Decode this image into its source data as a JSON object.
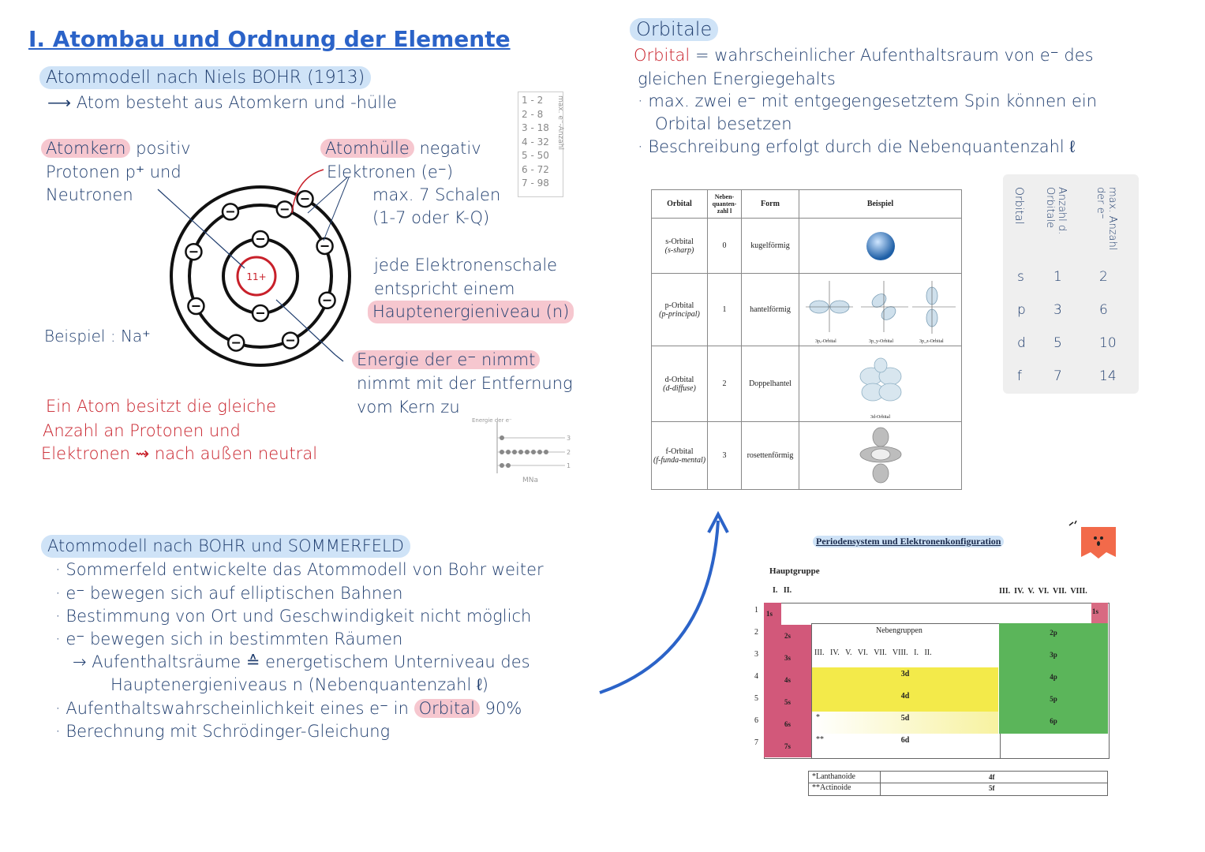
{
  "title": "I. Atombau und Ordnung der Elemente",
  "bohr": {
    "heading": "Atommodell nach Niels BOHR (1913)",
    "line1": "⟶ Atom besteht aus Atomkern und -hülle",
    "kern_label": "Atomkern",
    "kern_text1": "positiv",
    "kern_text2": "Protonen p⁺ und",
    "kern_text3": "Neutronen",
    "huelle_label": "Atomhülle",
    "huelle_text1": "negativ",
    "huelle_text2": "Elektronen (e⁻)",
    "schalen1": "max. 7 Schalen",
    "schalen2": "(1-7 oder K-Q)",
    "nucleus": "11+",
    "beispiel": "Beispiel : Na⁺",
    "schale1": "jede Elektronenschale",
    "schale2": "entspricht einem",
    "schale3": "Hauptenergieniveau (n)",
    "energie1": "Energie der e⁻ nimmt",
    "energie2": "nimmt mit der Entfernung",
    "energie3": "vom Kern zu",
    "neutral1": "Ein Atom besitzt die gleiche",
    "neutral2": "Anzahl an Protonen und",
    "neutral3": "Elektronen ⇝ nach außen neutral",
    "shell_table_label": "max. e⁻-Anzahl",
    "shell_table": [
      {
        "n": "1",
        "max": "2"
      },
      {
        "n": "2",
        "max": "8"
      },
      {
        "n": "3",
        "max": "18"
      },
      {
        "n": "4",
        "max": "32"
      },
      {
        "n": "5",
        "max": "50"
      },
      {
        "n": "6",
        "max": "72"
      },
      {
        "n": "7",
        "max": "98"
      }
    ],
    "mini_axis": "Energie der e⁻",
    "mini_levels": [
      "3",
      "2",
      "1"
    ],
    "mini_caption": "MNa"
  },
  "sommerfeld": {
    "heading": "Atommodell nach BOHR und SOMMERFELD",
    "lines": [
      "Sommerfeld entwickelte das Atommodell von Bohr weiter",
      "e⁻ bewegen sich auf elliptischen Bahnen",
      "Bestimmung von Ort und Geschwindigkeit nicht möglich",
      "e⁻ bewegen sich in bestimmten Räumen",
      "→ Aufenthaltsräume ≙ energetischem Unterniveau des",
      "Hauptenergieniveaus n (Nebenquantenzahl ℓ)"
    ],
    "line7a": "Aufenthaltswahrscheinlichkeit eines e⁻ in",
    "line7b": "Orbital",
    "line7c": "90%",
    "line8": "Berechnung mit Schrödinger-Gleichung"
  },
  "orbitale": {
    "heading": "Orbitale",
    "def_word": "Orbital",
    "def_rest": "= wahrscheinlicher Aufenthaltsraum von e⁻ des",
    "def_line2": "gleichen Energiegehalts",
    "bullet1a": "max. zwei e⁻ mit entgegengesetztem Spin können ein",
    "bullet1b": "Orbital besetzen",
    "bullet2": "Beschreibung erfolgt durch die Nebenquantenzahl ℓ"
  },
  "orbital_table": {
    "headers": [
      "Orbital",
      "Neben-quanten-zahl l",
      "Form",
      "Beispiel"
    ],
    "rows": [
      {
        "name": "s-Orbital",
        "sub": "(s-sharp)",
        "l": "0",
        "form": "kugelförmig",
        "caption": ""
      },
      {
        "name": "p-Orbital",
        "sub": "(p-principal)",
        "l": "1",
        "form": "hantelförmig",
        "caption": ""
      },
      {
        "name": "d-Orbital",
        "sub": "(d-diffuse)",
        "l": "2",
        "form": "Doppelhantel",
        "caption": "3d-Orbital"
      },
      {
        "name": "f-Orbital",
        "sub": "(f-funda-mental)",
        "l": "3",
        "form": "rosettenförmig",
        "caption": ""
      }
    ],
    "p_captions": [
      "3pₓ-Orbital",
      "3p_y-Orbital",
      "3p_z-Orbital"
    ]
  },
  "count_table": {
    "headers": [
      "Orbital",
      "Anzahl d. Orbitale",
      "max. Anzahl der e⁻"
    ],
    "rows": [
      {
        "o": "s",
        "a": "1",
        "m": "2"
      },
      {
        "o": "p",
        "a": "3",
        "m": "6"
      },
      {
        "o": "d",
        "a": "5",
        "m": "10"
      },
      {
        "o": "f",
        "a": "7",
        "m": "14"
      }
    ]
  },
  "pse": {
    "title": "Periodensystem und Elektronenkonfiguration",
    "hauptgruppe": "Hauptgruppe",
    "hg_left": "I.   II.",
    "hg_right": "III.  IV.  V.  VI.  VII.  VIII.",
    "periods": [
      "1",
      "2",
      "3",
      "4",
      "5",
      "6",
      "7"
    ],
    "s_blocks": [
      "1s",
      "2s",
      "3s",
      "4s",
      "5s",
      "6s",
      "7s"
    ],
    "s_right": "1s",
    "nebengruppen": "Nebengruppen",
    "ng_labels": "III.   IV.   V.   VI.   VII.   VIII.   I.   II.",
    "d_blocks": [
      "3d",
      "4d",
      "5d",
      "6d"
    ],
    "p_blocks": [
      "2p",
      "3p",
      "4p",
      "5p",
      "6p"
    ],
    "star6": "*",
    "star7": "**",
    "lanth": "*Lanthanoide",
    "actin": "**Actinoide",
    "f4": "4f",
    "f5": "5f",
    "colors": {
      "s": "#d2587a",
      "d": "#f3ea4a",
      "p": "#5bb55a",
      "s1": "#d86a82"
    }
  },
  "colors": {
    "blue": "#2b63c8",
    "red": "#c8202a",
    "pink": "#f6c7cf",
    "lightblue": "#cfe3f7"
  }
}
